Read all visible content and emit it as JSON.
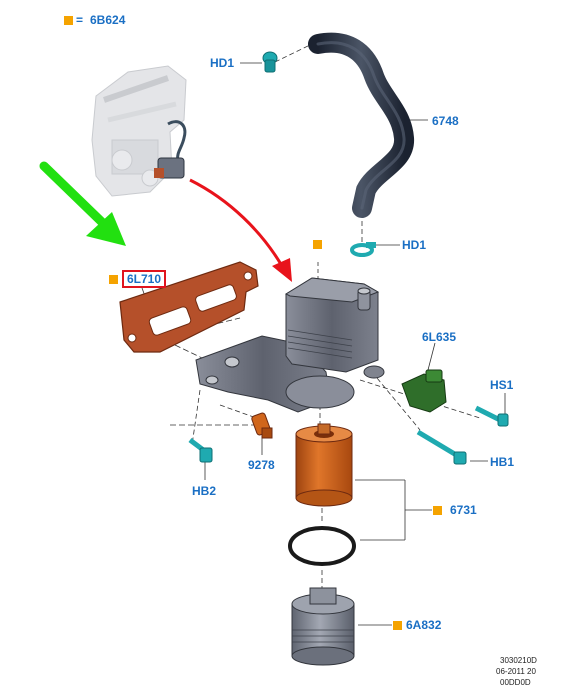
{
  "legend": {
    "symbol_color": "#f5a300",
    "equals": "=",
    "code": "6B624"
  },
  "labels": {
    "hd1_top": "HD1",
    "hose": "6748",
    "hd1_mid": "HD1",
    "gasket": "6L710",
    "sensor": "6L635",
    "hs1": "HS1",
    "hb1": "HB1",
    "hb2": "HB2",
    "sender": "9278",
    "filter": "6731",
    "cap": "6A832"
  },
  "reference": {
    "line1": "3030210D",
    "line2": "06-2011 20",
    "line3": "00DD0D"
  },
  "colors": {
    "label": "#1a6fc4",
    "marker": "#f5a300",
    "highlight_box": "#e0141e",
    "green_arrow": "#22e010",
    "red_arrow": "#e8131b",
    "housing": "#6a6e7a",
    "gasket": "#b5502a",
    "filter": "#d0661c",
    "connector": "#1faab0",
    "sensor": "#2f6e2a"
  }
}
